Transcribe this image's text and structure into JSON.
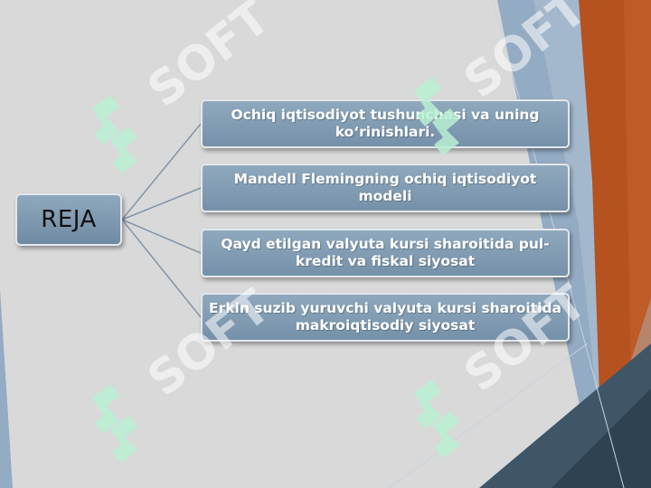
{
  "root": {
    "label": "REJA"
  },
  "items": [
    {
      "label": "Ochiq iqtisodiyot tushunchasi va uning ko‘rinishlari."
    },
    {
      "label": "Mandell Flemingning ochiq iqtisodiyot modeli"
    },
    {
      "label": "Qayd etilgan valyuta kursi sharoitida  pul-kredit va fiskal siyosat"
    },
    {
      "label": "Erkin suzib yuruvchi valyuta kursi sharoitida makroiqtisodiy siyosat"
    }
  ],
  "watermark": {
    "text": "SOFT",
    "logo_icon": "soft-logo-icon",
    "logo_color": "#b8f0d2"
  },
  "colors": {
    "box": "#7f9ab1",
    "background": "#d9d9d9",
    "accent_orange": "#b5521f",
    "accent_blue": "#8fa9c3"
  }
}
